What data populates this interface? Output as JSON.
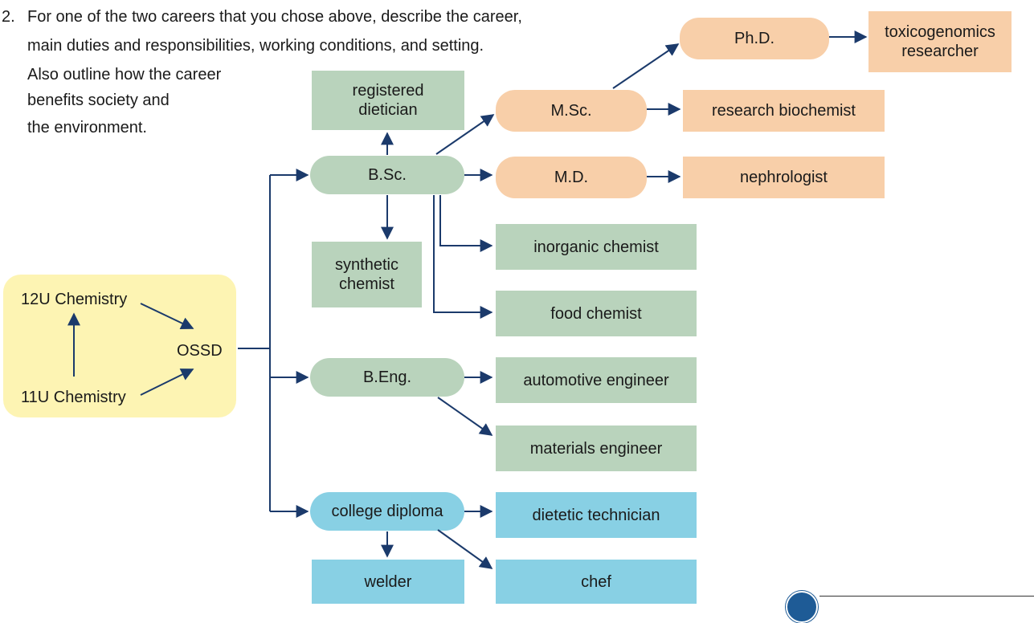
{
  "question": {
    "number": "2.",
    "line1": "For one of the two careers that you chose above, describe the career,",
    "line2": "main duties and responsibilities, working conditions, and setting.",
    "line3": "Also outline how the career",
    "line4": "benefits society and",
    "line5": "the environment."
  },
  "start": {
    "chem12": "12U Chemistry",
    "chem11": "11U Chemistry",
    "ossd": "OSSD"
  },
  "degrees": {
    "bsc": "B.Sc.",
    "beng": "B.Eng.",
    "college": "college diploma",
    "msc": "M.Sc.",
    "md": "M.D.",
    "phd": "Ph.D."
  },
  "careers": {
    "dietician": "registered\ndietician",
    "synthetic": "synthetic\nchemist",
    "inorganic": "inorganic chemist",
    "food": "food chemist",
    "automotive": "automotive engineer",
    "materials": "materials engineer",
    "dietetic": "dietetic technician",
    "welder": "welder",
    "chef": "chef",
    "biochemist": "research biochemist",
    "nephrologist": "nephrologist",
    "toxicogenomics": "toxicogenomics\nresearcher"
  },
  "colors": {
    "university": "#b9d3bc",
    "graduate": "#f8cfa9",
    "college": "#88d0e4",
    "start": "#fdf4b3",
    "arrow": "#1b3a6b"
  }
}
